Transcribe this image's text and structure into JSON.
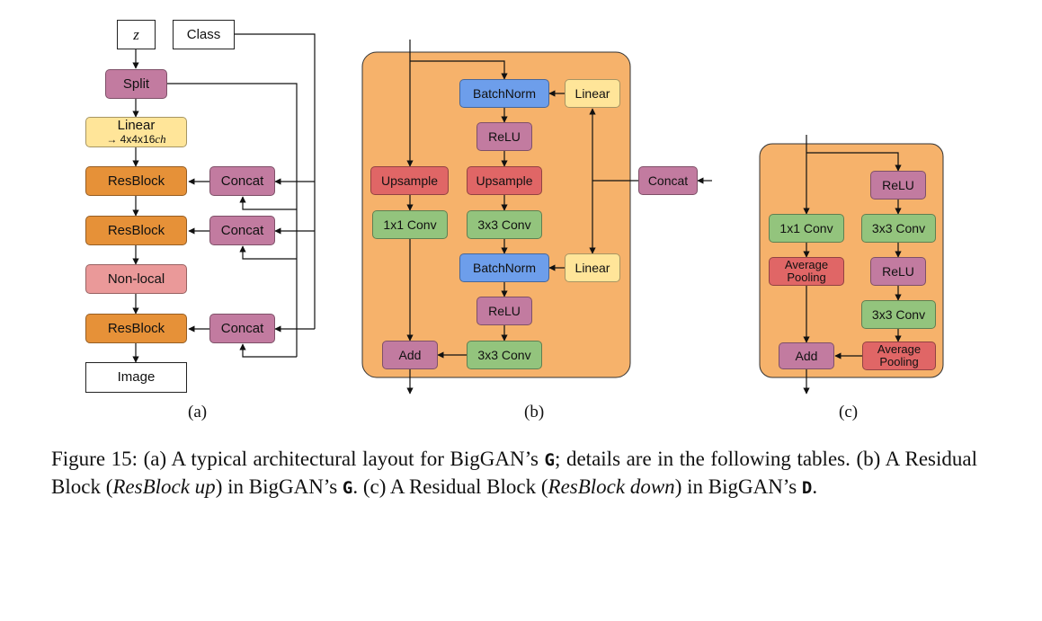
{
  "colors": {
    "split": "#c27ba0",
    "linear": "#ffe599",
    "resblock": "#e69138",
    "concat": "#c27ba0",
    "nonlocal": "#ea9999",
    "panel_bg": "#f6b26b",
    "batchnorm": "#6d9eeb",
    "relu": "#c27ba0",
    "upsample": "#e06666",
    "conv": "#93c47d",
    "add": "#c27ba0",
    "avgpool": "#e06666",
    "line": "#111111"
  },
  "panel_a": {
    "label": "(a)",
    "z": "z",
    "class": "Class",
    "split": "Split",
    "linear": "Linear",
    "linear_sub_prefix": "→ 4x4x16",
    "linear_sub_italic": "ch",
    "resblock": "ResBlock",
    "concat": "Concat",
    "nonlocal": "Non-local",
    "image": "Image"
  },
  "panel_b": {
    "label": "(b)",
    "batchnorm": "BatchNorm",
    "linear": "Linear",
    "relu": "ReLU",
    "upsample": "Upsample",
    "conv1": "1x1 Conv",
    "conv3": "3x3 Conv",
    "add": "Add",
    "concat": "Concat"
  },
  "panel_c": {
    "label": "(c)",
    "relu": "ReLU",
    "conv1": "1x1 Conv",
    "conv3": "3x3 Conv",
    "avgpool_line1": "Average",
    "avgpool_line2": "Pooling",
    "add": "Add"
  },
  "caption": {
    "t1": "Figure 15: (a) A typical architectural layout for BigGAN’s ",
    "m1": "G",
    "t2": "; details are in the following tables. (b) A Residual Block (",
    "i1": "ResBlock up",
    "t3": ") in BigGAN’s ",
    "m2": "G",
    "t4": ". (c) A Residual Block (",
    "i2": "ResBlock down",
    "t5": ") in BigGAN’s ",
    "m3": "D",
    "t6": "."
  }
}
